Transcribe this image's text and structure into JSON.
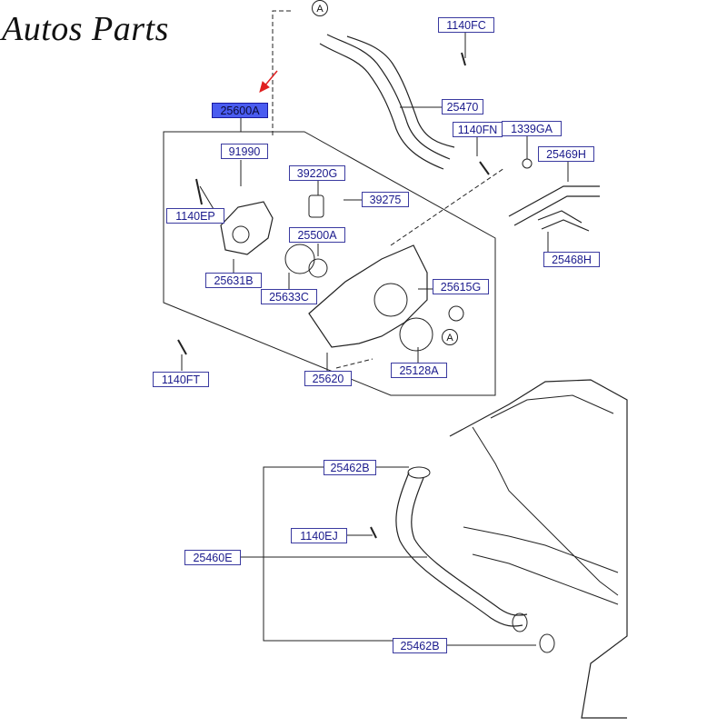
{
  "brand": "Autos Parts",
  "labels": {
    "p1140FC": "1140FC",
    "p25470": "25470",
    "p1140FN": "1140FN",
    "p1339GA": "1339GA",
    "p25469H": "25469H",
    "p25468H": "25468H",
    "p25600A": "25600A",
    "p91990": "91990",
    "p1140EP": "1140EP",
    "p39220G": "39220G",
    "p39275": "39275",
    "p25500A": "25500A",
    "p25631B": "25631B",
    "p25633C": "25633C",
    "p25615G": "25615G",
    "p1140FT": "1140FT",
    "p25620": "25620",
    "p25128A": "25128A",
    "p25462B_top": "25462B",
    "p1140EJ": "1140EJ",
    "p25460E": "25460E",
    "p25462B_bottom": "25462B"
  },
  "callouts": {
    "a_top": "A",
    "a_mid": "A"
  },
  "colors": {
    "label_text": "#1a1a8c",
    "label_border": "#3a3aa0",
    "highlight": "#4a5cf0",
    "arrow": "#e02020",
    "line": "#222222"
  }
}
